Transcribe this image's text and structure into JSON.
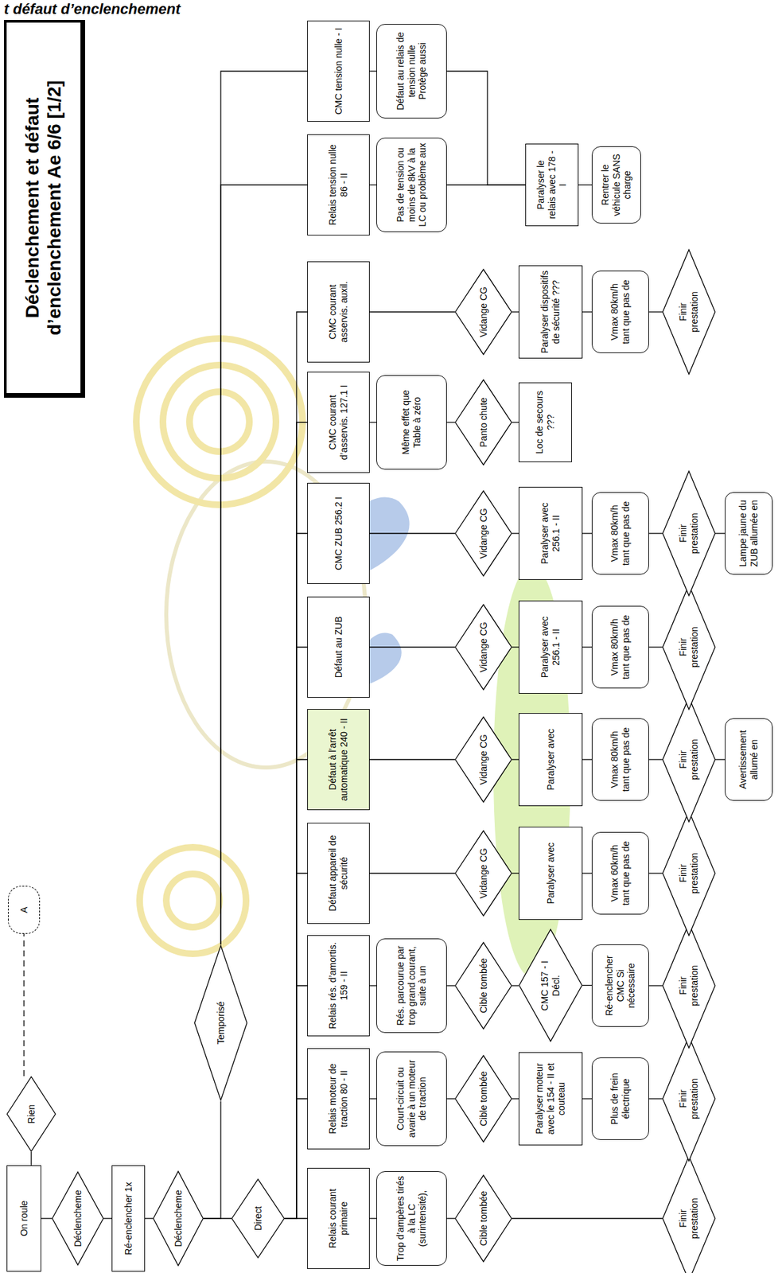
{
  "diagram": {
    "title": "Déclenchement et défaut d’enclenchement Ae 6/6 [1/2]",
    "nodes": [
      {
        "text": [
          "On roule"
        ]
      },
      {
        "text": [
          "Rien"
        ]
      },
      {
        "text": [
          "A"
        ]
      },
      {
        "text": [
          "Déclencheme"
        ]
      },
      {
        "text": [
          "Ré-enclencher 1x"
        ]
      },
      {
        "text": [
          "Déclencheme"
        ]
      },
      {
        "text": [
          "Temporisé"
        ]
      },
      {
        "text": [
          "Direct"
        ]
      },
      {
        "text": [
          "Relais courant primaire"
        ]
      },
      {
        "text": [
          "Trop d’ampères tirés à la LC (surintensité),"
        ]
      },
      {
        "text": [
          "Cible tombée"
        ]
      },
      {
        "text": [
          "Finir prestation"
        ]
      },
      {
        "text": [
          "Relais moteur de traction 80 - II"
        ]
      },
      {
        "text": [
          "Court-circuit ou avarie à un moteur de traction"
        ]
      },
      {
        "text": [
          "Cible tombée"
        ]
      },
      {
        "text": [
          "Paralyser moteur avec le 154 - II et couteau"
        ]
      },
      {
        "text": [
          "Plus de frein électrique"
        ]
      },
      {
        "text": [
          "Finir prestation"
        ]
      },
      {
        "text": [
          "Relais rés. d’amortis. 159 - II"
        ]
      },
      {
        "text": [
          "Rés. parcourue par trop grand courant, suite à un"
        ]
      },
      {
        "text": [
          "Cible tombée"
        ]
      },
      {
        "text": [
          "CMC 157 - I Décl."
        ]
      },
      {
        "text": [
          "Ré-enclencher CMC Si nécessaire"
        ]
      },
      {
        "text": [
          "Finir prestation"
        ]
      },
      {
        "text": [
          "Défaut appareil de sécurité"
        ]
      },
      {
        "text": [
          "Vidange CG"
        ]
      },
      {
        "text": [
          "Paralyser avec"
        ]
      },
      {
        "text": [
          "Vmax 60km/h tant que pas de"
        ]
      },
      {
        "text": [
          "Finir prestation"
        ]
      },
      {
        "text": [
          "Défaut à l’arrêt automatique 240 - II"
        ]
      },
      {
        "text": [
          "Vidange CG"
        ]
      },
      {
        "text": [
          "Paralyser avec"
        ]
      },
      {
        "text": [
          "Vmax 80km/h tant que pas de"
        ]
      },
      {
        "text": [
          "Finir prestation"
        ]
      },
      {
        "text": [
          "Avertissement allumé en"
        ]
      },
      {
        "text": [
          "Défaut au ZUB"
        ]
      },
      {
        "text": [
          "Vidange CG"
        ]
      },
      {
        "text": [
          "Paralyser avec 256.1 - II"
        ]
      },
      {
        "text": [
          "Vmax 80km/h tant que pas de"
        ]
      },
      {
        "text": [
          "Finir prestation"
        ]
      },
      {
        "text": [
          "CMC ZUB 256.2 I"
        ]
      },
      {
        "text": [
          "Vidange CG"
        ]
      },
      {
        "text": [
          "Paralyser avec 256.1 - II"
        ]
      },
      {
        "text": [
          "Vmax 80km/h tant que pas de"
        ]
      },
      {
        "text": [
          "Finir prestation"
        ]
      },
      {
        "text": [
          "Lampe jaune du ZUB allumée en"
        ]
      },
      {
        "text": [
          "CMC courant d’asservis. 127.1 I"
        ]
      },
      {
        "text": [
          "Même effet que Table à zéro"
        ]
      },
      {
        "text": [
          "Panto chute"
        ]
      },
      {
        "text": [
          "Loc de secours ???"
        ]
      },
      {
        "text": [
          "CMC courant asservis. auxil."
        ]
      },
      {
        "text": [
          "Vidange CG"
        ]
      },
      {
        "text": [
          "Paralyser dispositifs de sécurité ???"
        ]
      },
      {
        "text": [
          "Vmax 80km/h tant que pas de"
        ]
      },
      {
        "text": [
          "Finir prestation"
        ]
      },
      {
        "text": [
          "Relais tension nulle 86 - II"
        ]
      },
      {
        "text": [
          "Pas de tension ou moins de 8kV à la LC ou problème aux"
        ]
      },
      {
        "text": [
          "Paralyser le relais avec 178 - I"
        ]
      },
      {
        "text": [
          "Rentrer le véhicule SANS charge"
        ]
      },
      {
        "text": [
          "CMC tension nulle - I"
        ]
      },
      {
        "text": [
          "Défaut au relais de tension nulle Protège aussi"
        ]
      }
    ],
    "edges": [
      {
        "from": 0,
        "to": 1,
        "arrow": "none"
      },
      {
        "from": 1,
        "to": 2,
        "arrow": "none"
      },
      {
        "from": 0,
        "to": 3,
        "arrow": "none"
      },
      {
        "from": 3,
        "to": 4,
        "arrow": "none"
      },
      {
        "from": 4,
        "to": 5,
        "arrow": "none"
      },
      {
        "from": 5,
        "to": 7,
        "arrow": "none"
      },
      {
        "from": 5,
        "to": 6,
        "arrow": "none"
      },
      {
        "from": 7,
        "to": 8,
        "arrow": "none"
      },
      {
        "from": 7,
        "to": 12,
        "arrow": "none"
      },
      {
        "from": 7,
        "to": 18,
        "arrow": "none"
      },
      {
        "from": 7,
        "to": 24,
        "arrow": "none"
      },
      {
        "from": 7,
        "to": 29,
        "arrow": "none"
      },
      {
        "from": 7,
        "to": 35,
        "arrow": "none"
      },
      {
        "from": 7,
        "to": 40,
        "arrow": "none"
      },
      {
        "from": 7,
        "to": 46,
        "arrow": "none"
      },
      {
        "from": 7,
        "to": 50,
        "arrow": "none"
      },
      {
        "from": 6,
        "to": 55,
        "arrow": "none"
      },
      {
        "from": 6,
        "to": 59,
        "arrow": "none"
      },
      {
        "from": 8,
        "to": 9,
        "arrow": "none"
      },
      {
        "from": 9,
        "to": 10,
        "arrow": "none"
      },
      {
        "from": 10,
        "to": 11,
        "arrow": "none"
      },
      {
        "from": 12,
        "to": 13,
        "arrow": "none"
      },
      {
        "from": 13,
        "to": 14,
        "arrow": "none"
      },
      {
        "from": 14,
        "to": 15,
        "arrow": "none"
      },
      {
        "from": 15,
        "to": 16,
        "arrow": "none"
      },
      {
        "from": 16,
        "to": 17,
        "arrow": "none"
      },
      {
        "from": 18,
        "to": 19,
        "arrow": "none"
      },
      {
        "from": 19,
        "to": 20,
        "arrow": "none"
      },
      {
        "from": 20,
        "to": 21,
        "arrow": "none"
      },
      {
        "from": 21,
        "to": 22,
        "arrow": "none"
      },
      {
        "from": 22,
        "to": 23,
        "arrow": "none"
      },
      {
        "from": 24,
        "to": 25,
        "arrow": "none"
      },
      {
        "from": 25,
        "to": 26,
        "arrow": "none"
      },
      {
        "from": 26,
        "to": 27,
        "arrow": "none"
      },
      {
        "from": 27,
        "to": 28,
        "arrow": "none"
      },
      {
        "from": 29,
        "to": 30,
        "arrow": "none"
      },
      {
        "from": 30,
        "to": 31,
        "arrow": "none"
      },
      {
        "from": 31,
        "to": 32,
        "arrow": "none"
      },
      {
        "from": 32,
        "to": 33,
        "arrow": "none"
      },
      {
        "from": 33,
        "to": 34,
        "arrow": "none"
      },
      {
        "from": 35,
        "to": 36,
        "arrow": "none"
      },
      {
        "from": 36,
        "to": 37,
        "arrow": "none"
      },
      {
        "from": 37,
        "to": 38,
        "arrow": "none"
      },
      {
        "from": 38,
        "to": 39,
        "arrow": "none"
      },
      {
        "from": 40,
        "to": 41,
        "arrow": "none"
      },
      {
        "from": 41,
        "to": 42,
        "arrow": "none"
      },
      {
        "from": 42,
        "to": 43,
        "arrow": "none"
      },
      {
        "from": 43,
        "to": 44,
        "arrow": "none"
      },
      {
        "from": 44,
        "to": 45,
        "arrow": "none"
      },
      {
        "from": 46,
        "to": 47,
        "arrow": "none"
      },
      {
        "from": 47,
        "to": 48,
        "arrow": "none"
      },
      {
        "from": 48,
        "to": 49,
        "arrow": "none"
      },
      {
        "from": 50,
        "to": 51,
        "arrow": "none"
      },
      {
        "from": 51,
        "to": 52,
        "arrow": "none"
      },
      {
        "from": 52,
        "to": 53,
        "arrow": "none"
      },
      {
        "from": 53,
        "to": 54,
        "arrow": "none"
      },
      {
        "from": 55,
        "to": 56,
        "arrow": "none"
      },
      {
        "from": 56,
        "to": 57,
        "arrow": "none"
      },
      {
        "from": 59,
        "to": 60,
        "arrow": "none"
      },
      {
        "from": 60,
        "to": 57,
        "arrow": "none"
      },
      {
        "from": 57,
        "to": 58,
        "arrow": "none"
      }
    ],
    "labels": [
      "t défaut d’enclenchement"
    ]
  }
}
